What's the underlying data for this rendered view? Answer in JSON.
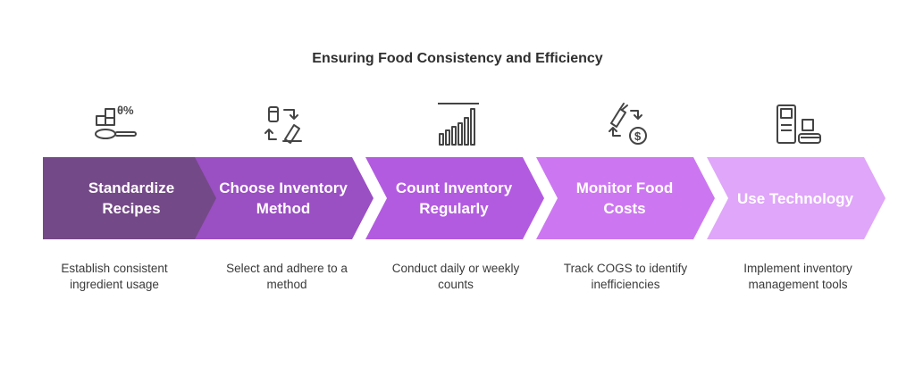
{
  "title": "Ensuring Food Consistency and Efficiency",
  "steps": [
    {
      "label": "Standardize Recipes",
      "description": "Establish consistent ingredient usage",
      "color": "#744987",
      "icon": "recipe-scale-icon"
    },
    {
      "label": "Choose Inventory Method",
      "description": "Select and adhere to a method",
      "color": "#9a4fc3",
      "icon": "inventory-method-icon"
    },
    {
      "label": "Count Inventory Regularly",
      "description": "Conduct daily or weekly counts",
      "color": "#b25be0",
      "icon": "bar-chart-icon"
    },
    {
      "label": "Monitor Food Costs",
      "description": "Track COGS to identify inefficiencies",
      "color": "#cc77f1",
      "icon": "food-cost-icon"
    },
    {
      "label": "Use Technology",
      "description": "Implement inventory management tools",
      "color": "#dfa6f9",
      "icon": "technology-icon"
    }
  ]
}
